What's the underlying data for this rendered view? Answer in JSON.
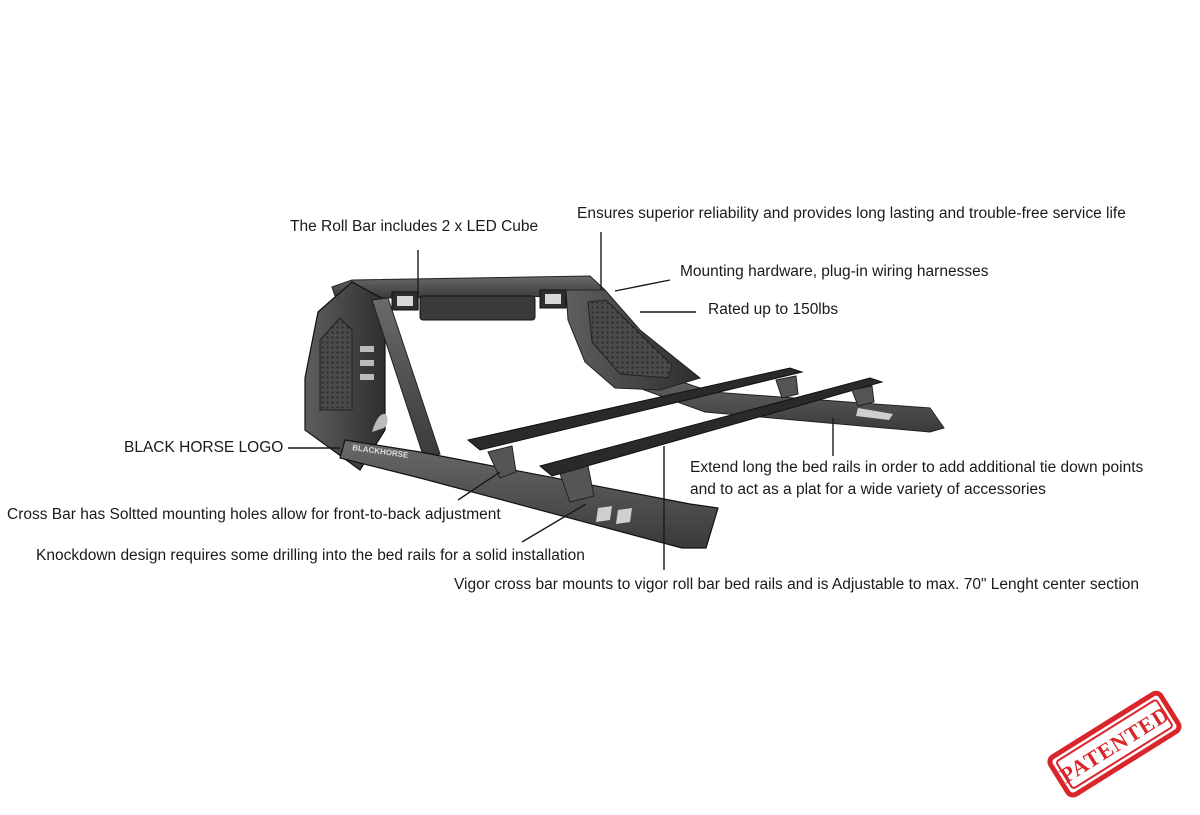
{
  "callouts": {
    "led_cube": "The Roll Bar includes 2 x LED Cube",
    "reliability": "Ensures superior reliability and provides long lasting and trouble-free service life",
    "hardware": "Mounting hardware, plug-in wiring harnesses",
    "rated": "Rated up to 150lbs",
    "logo": "BLACK HORSE LOGO",
    "extend_line1": "Extend long the bed rails in order to add additional tie down points",
    "extend_line2": "and to act as a plat for a wide variety of accessories",
    "cross_bar": "Cross Bar has Soltted mounting holes allow for front-to-back adjustment",
    "knockdown": "Knockdown design requires some drilling into the bed rails for a solid installation",
    "vigor": "Vigor cross bar mounts to vigor roll bar bed rails and is Adjustable to max. 70\" Lenght center section"
  },
  "product_logo_text": "BLACKHORSE",
  "stamp": {
    "text": "PATENTED",
    "color": "#d9262b"
  }
}
